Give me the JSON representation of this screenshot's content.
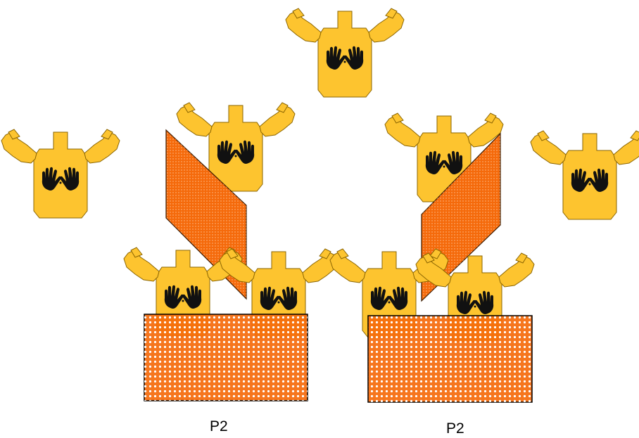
{
  "colors": {
    "target_fill": "#FDC42F",
    "target_stroke": "#7a5a00",
    "hand": "#111111",
    "barrier_fill": "#F56A0B",
    "barrier_stroke": "#3a1a00",
    "dot": "#ffffff"
  },
  "icons": {
    "target": "idpa-cardboard-target-icon",
    "hands": "hands-up-non-threat-icon",
    "barrier": "orange-barrier-panel"
  },
  "labels": {
    "left": "P2",
    "right": "P2"
  }
}
